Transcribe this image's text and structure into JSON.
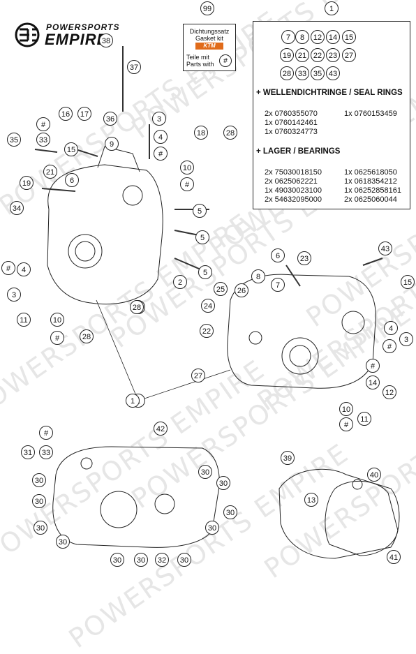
{
  "brand": {
    "top": "POWERSPORTS",
    "bottom": "EMPIRE",
    "watermark": "POWERSPORTS EMPIRE",
    "accent": "#e06b1a"
  },
  "gasket_kit": {
    "part_no": "99",
    "line1": "Dichtungssatz",
    "line2": "Gasket kit",
    "logo": "KTM",
    "line3": "Teile mit",
    "line4": "Parts with",
    "marker": "#"
  },
  "legend": {
    "part_no": "1",
    "included_parts": [
      "7",
      "8",
      "12",
      "14",
      "15",
      "19",
      "21",
      "22",
      "23",
      "27",
      "28",
      "33",
      "35",
      "43"
    ],
    "seal_rings": {
      "title": "+ WELLENDICHTRINGE / SEAL RINGS",
      "items": [
        "2x 0760355070",
        "1x 0760153459",
        "1x 0760142461",
        "1x 0760324773"
      ]
    },
    "bearings": {
      "title": "+ LAGER  / BEARINGS",
      "items": [
        "2x 75030018150",
        "1x 0625618050",
        "2x 0625062221",
        "1x 0618354212",
        "1x 49030023100",
        "1x 06252858161",
        "2x 54632095000",
        "2x 0625060044"
      ]
    }
  },
  "callouts": [
    "38",
    "37",
    "36",
    "9",
    "3",
    "4",
    "#",
    "16",
    "17",
    "#",
    "33",
    "35",
    "15",
    "21",
    "19",
    "6",
    "34",
    "18",
    "28",
    "10",
    "#",
    "5",
    "5",
    "5",
    "#",
    "4",
    "3",
    "11",
    "10",
    "#",
    "28",
    "#",
    "2",
    "28",
    "1",
    "1",
    "6",
    "8",
    "7",
    "23",
    "43",
    "25",
    "26",
    "24",
    "22",
    "15",
    "4",
    "#",
    "3",
    "27",
    "#",
    "14",
    "12",
    "10",
    "#",
    "11",
    "42",
    "#",
    "33",
    "31",
    "30",
    "30",
    "30",
    "30",
    "30",
    "30",
    "30",
    "30",
    "30",
    "30",
    "30",
    "32",
    "39",
    "40",
    "13",
    "41"
  ]
}
